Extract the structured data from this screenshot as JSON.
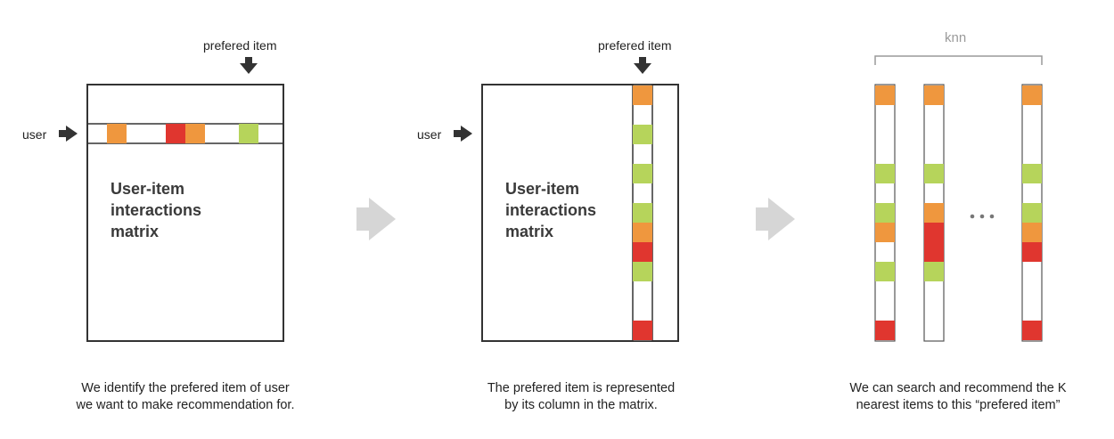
{
  "colors": {
    "orange": "#ef973e",
    "red": "#e0362f",
    "green": "#b6d45b",
    "dark_arrow": "#333333",
    "grey_arrow": "#d6d6d6",
    "knn_grey": "#9a9a9a"
  },
  "panel1": {
    "top_label": "prefered item",
    "user_label": "user",
    "matrix_title": [
      "User-item",
      "interactions",
      "matrix"
    ],
    "user_row_cells": [
      "orange",
      "red",
      "orange",
      "green"
    ],
    "caption": [
      "We identify the prefered item of user",
      "we want to make recommendation for."
    ]
  },
  "panel2": {
    "top_label": "prefered item",
    "user_label": "user",
    "matrix_title": [
      "User-item",
      "interactions",
      "matrix"
    ],
    "column_cells": [
      "orange",
      "green",
      "green",
      "green",
      "orange",
      "red",
      "green",
      "red"
    ],
    "caption": [
      "The prefered item is represented",
      "by its column in the matrix."
    ]
  },
  "panel3": {
    "knn_label": "knn",
    "ellipsis": "...",
    "columns": [
      [
        "orange",
        "green",
        "green",
        "orange",
        "green",
        "red"
      ],
      [
        "orange",
        "green",
        "orange",
        "red",
        "red",
        "green"
      ],
      [
        "orange",
        "green",
        "green",
        "orange",
        "red",
        "red"
      ]
    ],
    "caption": [
      "We can search and recommend the K",
      "nearest items to this “prefered item”"
    ]
  },
  "transition_arrows": [
    "arrow-1",
    "arrow-2"
  ]
}
